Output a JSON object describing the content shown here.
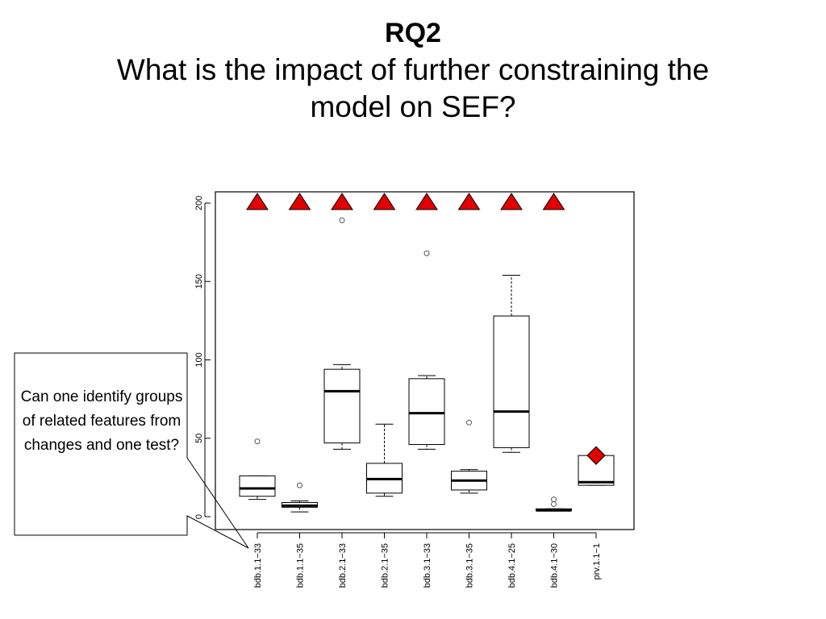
{
  "slide": {
    "title_bold": "RQ2",
    "title_line1": "What is the impact of further constraining the",
    "title_line2": "model on SEF?"
  },
  "callout": {
    "text": "Can one identify groups of related features from changes and one test?"
  },
  "chart_data": {
    "type": "box",
    "categories": [
      "bdb.1.1−33",
      "bdb.1.1−35",
      "bdb.2.1−33",
      "bdb.2.1−35",
      "bdb.3.1−33",
      "bdb.3.1−35",
      "bdb.4.1−25",
      "bdb.4.1−30",
      "prv.1.1−1"
    ],
    "ylim": [
      0,
      200
    ],
    "yticks": [
      0,
      50,
      100,
      150,
      200
    ],
    "grid": false,
    "boxes": [
      {
        "min": 11,
        "q1": 13,
        "median": 18,
        "q3": 26,
        "max": 26,
        "outliers": [
          48
        ]
      },
      {
        "min": 3,
        "q1": 6,
        "median": 7,
        "q3": 9,
        "max": 10,
        "outliers": [
          20
        ]
      },
      {
        "min": 43,
        "q1": 47,
        "median": 80,
        "q3": 94,
        "max": 97,
        "outliers": [
          189
        ]
      },
      {
        "min": 13,
        "q1": 15,
        "median": 24,
        "q3": 34,
        "max": 59,
        "outliers": []
      },
      {
        "min": 43,
        "q1": 46,
        "median": 66,
        "q3": 88,
        "max": 90,
        "outliers": [
          168
        ]
      },
      {
        "min": 15,
        "q1": 17,
        "median": 23,
        "q3": 29,
        "max": 30,
        "outliers": [
          60
        ]
      },
      {
        "min": 41,
        "q1": 44,
        "median": 67,
        "q3": 128,
        "max": 154,
        "outliers": []
      },
      {
        "min": 4,
        "q1": 4,
        "median": 4,
        "q3": 5,
        "max": 5,
        "outliers": [
          8,
          11
        ]
      },
      {
        "min": 20,
        "q1": 20,
        "median": 22,
        "q3": 39,
        "max": 39,
        "outliers": []
      }
    ],
    "triangle_markers": {
      "y": 200,
      "categories": [
        0,
        1,
        2,
        3,
        4,
        5,
        6,
        7
      ]
    },
    "diamond_markers": [
      {
        "category": 8,
        "y": 39
      }
    ],
    "colors": {
      "marker": "#e00000",
      "axes": "#000000",
      "outlier": "#555555"
    }
  }
}
